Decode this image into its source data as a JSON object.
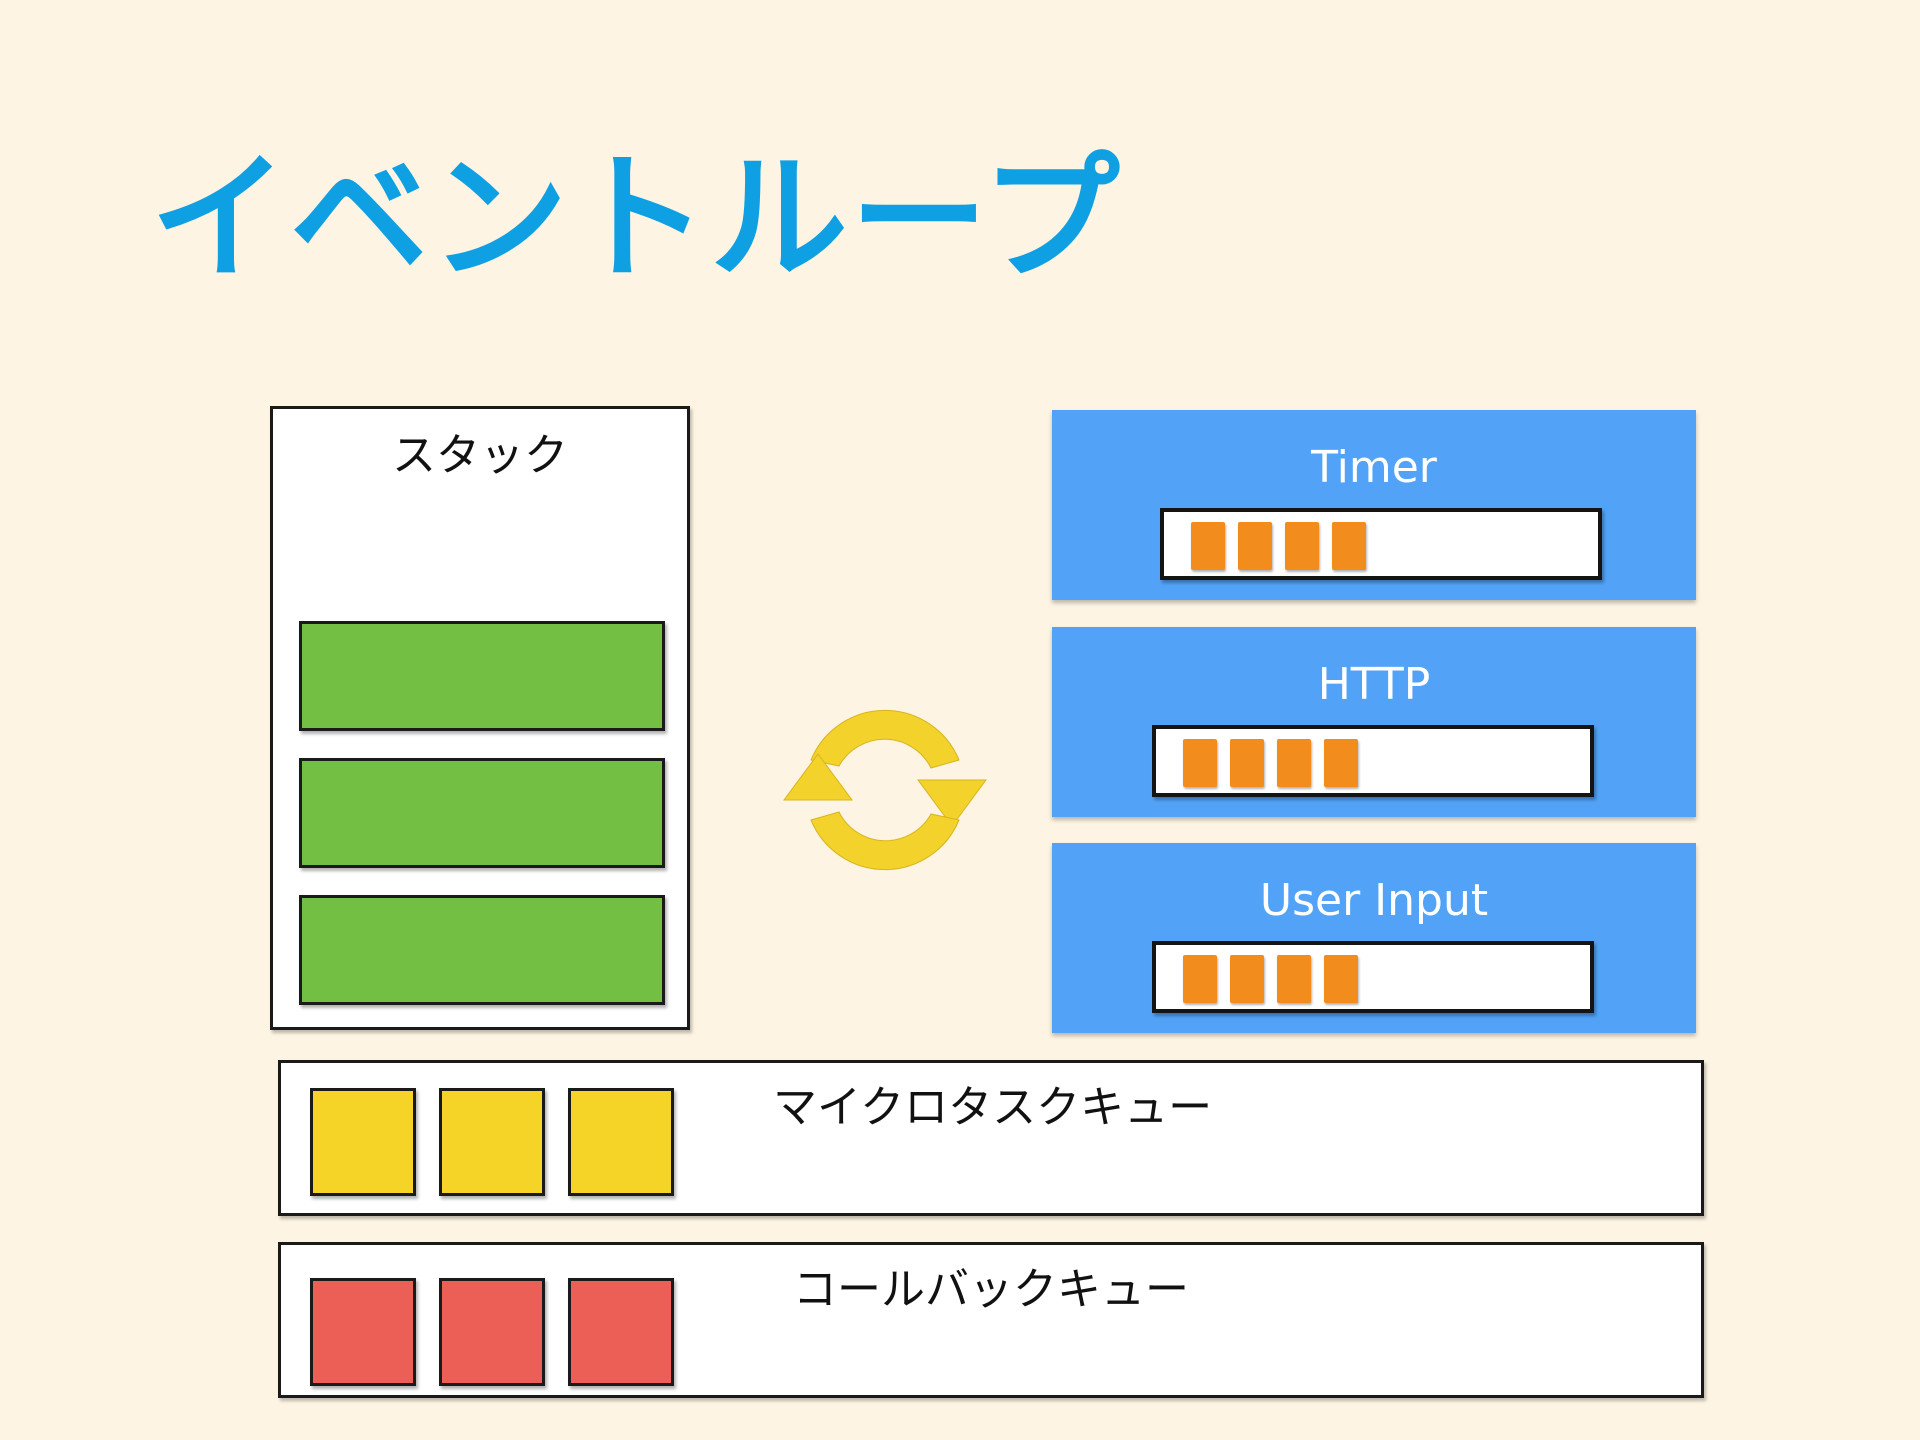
{
  "title": "イベントループ",
  "stack": {
    "label": "スタック",
    "frame_count": 3,
    "frame_color": "#72bf44"
  },
  "web_apis": [
    {
      "label": "Timer",
      "items": 4
    },
    {
      "label": "HTTP",
      "items": 4
    },
    {
      "label": "User Input",
      "items": 4
    }
  ],
  "microtask_queue": {
    "label": "マイクロタスクキュー",
    "items": 3,
    "item_color": "#f5d327"
  },
  "callback_queue": {
    "label": "コールバックキュー",
    "items": 3,
    "item_color": "#eb5f57"
  },
  "colors": {
    "background": "#fdf4e3",
    "title": "#0f9fe3",
    "api_panel": "#52a3f7",
    "api_item": "#f28c1c",
    "loop_arrows": "#f4d22c"
  },
  "icons": {
    "event_loop": "cycle-arrows-icon"
  }
}
